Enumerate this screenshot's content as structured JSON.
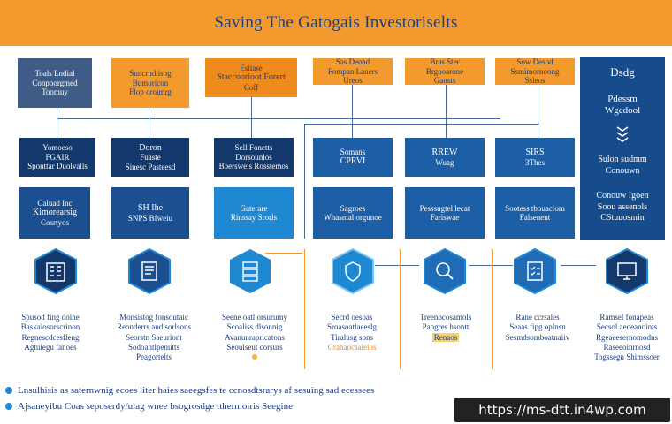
{
  "header": {
    "title": "Saving The Gatogais Investoriselts"
  },
  "row1": [
    {
      "line1": "Toals Lndial",
      "line2": "Conpoorgmed",
      "line3": "Toomuy"
    },
    {
      "line1": "Suncrnd isog",
      "line2": "Bumoricon",
      "line3": "Flop oroimrg"
    },
    {
      "line1": "Estiase",
      "line2": "Staccoorioot Forert",
      "line3": "Coff"
    },
    {
      "line1": "Sas Deoad",
      "line2": "Fompan Lauers",
      "line3": "Ureos"
    },
    {
      "line1": "Bras Ster",
      "line2": "Brgooarone",
      "line3": "Gansts"
    },
    {
      "line1": "Sow Desod",
      "line2": "Ssmimornoong",
      "line3": "Ssleos"
    }
  ],
  "row2": [
    {
      "line1": "Yomoeso",
      "line2": "FGAIR",
      "line3": "Sponttar Duolvalls"
    },
    {
      "line1": "Doron",
      "line2": "Fuaste",
      "line3": "Sinesc Pasteesd"
    },
    {
      "line1": "Sell Fonetts",
      "line2": "Dorsounlos",
      "line3": "Boersweis Rosstemos"
    },
    {
      "line1": "Somans",
      "line2": "CPRVI"
    },
    {
      "line1": "RREW",
      "line2": "Wuag"
    },
    {
      "line1": "SIRS",
      "line2": "3Thes"
    }
  ],
  "row3": [
    {
      "line1": "Caluad Inc",
      "line2": "Kimorearsig",
      "line3": "Cosrtyos"
    },
    {
      "line1": "SH Ihe",
      "line2": "SNPS Bfweiu"
    },
    {
      "line1": "Gaterare",
      "line2": "Rinssay Srorls"
    },
    {
      "line1": "Sagroes",
      "line2": "Whasmal orgunoe"
    },
    {
      "line1": "Pesssugtel lecat",
      "line2": "Fariswae"
    },
    {
      "line1": "Sootess tbouaciom",
      "line2": "Falsenent"
    }
  ],
  "side_panel": {
    "title": "Dsdg",
    "sub1": "Pdessm",
    "sub2": "Wgcdool",
    "mid1": "Sulon sudmm",
    "mid2": "Conouwn",
    "bot1": "Conouw Igoen",
    "bot2": "Soou assenols",
    "bot3": "CStuuosmin"
  },
  "icons": [
    "building-icon",
    "document-stack-icon",
    "server-icon",
    "hand-shield-icon",
    "magnifier-icon",
    "checklist-icon",
    "computer-icon"
  ],
  "captions": [
    {
      "l1": "Spusod fing doine",
      "l2": "Baskalosorscrinon",
      "l3": "Regnescdcesfleng",
      "l4": "Agtuiegu fanoes"
    },
    {
      "l1": "Monsistog fonsoutaic",
      "l2": "Reonderrs and sorlsons",
      "l3": "Seorstn Saeuriont",
      "l4": "Sodoantlpenutts",
      "l5": "Peagortelts"
    },
    {
      "l1": "Seene oatl orsurumy",
      "l2": "Scoaliss dlsonnig",
      "l3": "Avanunrapricatons",
      "l4": "Seoulseut corsurs"
    },
    {
      "l1": "Secrd oesoas",
      "l2": "Sroasoatlaeeslg",
      "l3": "Tiralusg sons",
      "l4": "Grahaocsaieios"
    },
    {
      "l1": "Treenocosamols",
      "l2": "Paogres hsontt",
      "l3": "Renaos"
    },
    {
      "l1": "Rane ccrsales",
      "l2": "Seaas fipg oplnsn",
      "l3": "Sesmdsomboatnaiiv"
    },
    {
      "l1": "Ramsel fonapeas",
      "l2": "Secsol aeoeanoints",
      "l3": "Rgeaeesernomodns",
      "l4": "Raseeoinrnosd",
      "l5": "Togssegn Shimssoer"
    }
  ],
  "footer": {
    "bullet1": "Lnsulhisis as saternwnig ecoes liter haies saeegsfes te ccnosdtsrarys af sesuing sad ecessees",
    "bullet2": "Ajsaneyibu Coas seposerdy/ulag wnee bsogrosdge tthermoiris Seegine"
  },
  "watermark": "https://ms-dtt.in4wp.com",
  "colors": {
    "header": "#f39a2e",
    "navy": "#12386c",
    "blue": "#1f6bb5",
    "cyan": "#1e88d2",
    "text": "#1e3e7a"
  }
}
